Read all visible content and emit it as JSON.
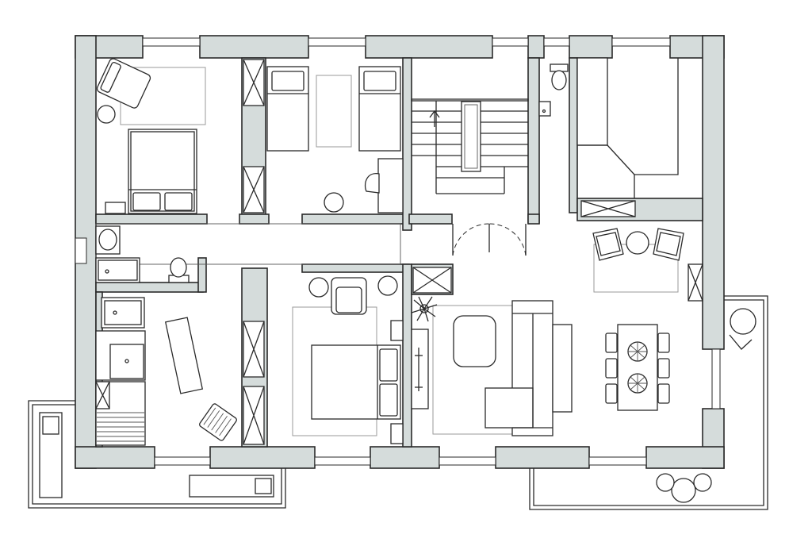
{
  "diagram": {
    "type": "architectural floor plan",
    "colors": {
      "wall_fill": "#d5dcdb",
      "line": "#2a2a2a",
      "background": "#ffffff",
      "rug_outline": "#9a9a9a"
    },
    "rooms": [
      "bedroom-northwest",
      "twin-bedroom",
      "stair-hall",
      "wc-northeast",
      "storage-room",
      "corridor",
      "bathroom",
      "utility-room",
      "master-bedroom",
      "living-room",
      "dining-area",
      "terrace-west",
      "terrace-east"
    ],
    "icons": [
      "door-swing-icon",
      "stair-arrow-icon",
      "plant-icon",
      "bed-icon",
      "armchair-icon",
      "sofa-icon",
      "dining-table-icon",
      "toilet-icon",
      "sink-icon",
      "shower-icon",
      "lounger-icon"
    ]
  }
}
